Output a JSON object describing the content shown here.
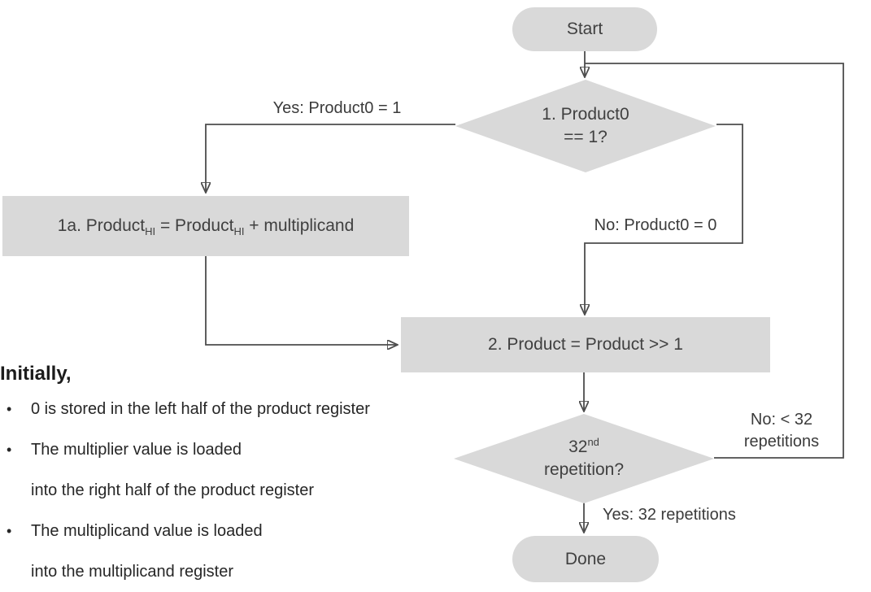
{
  "colors": {
    "shape_fill": "#d9d9d9",
    "shape_text": "#404040",
    "connector_line": "#4d4d4d",
    "arrowhead": "#111111",
    "note_text": "#262626"
  },
  "flowchart": {
    "start": {
      "label": "Start"
    },
    "decision1": {
      "line1": "1. Product0",
      "line2": "== 1?"
    },
    "box1a": {
      "rich": [
        {
          "t": "1a. Product"
        },
        {
          "t": "HI"
        },
        {
          "t": " = Product"
        },
        {
          "t": "HI"
        },
        {
          "t": " + multiplicand"
        }
      ]
    },
    "box2": {
      "label": "2. Product = Product >> 1"
    },
    "decision2": {
      "num": "32",
      "ordinal": "nd",
      "line2": "repetition?"
    },
    "done": {
      "label": "Done"
    },
    "edges": {
      "yes1": "Yes: Product0 = 1",
      "no1": "No: Product0 = 0",
      "no2_line1": "No: < 32",
      "no2_line2": "repetitions",
      "yes2": "Yes: 32 repetitions"
    }
  },
  "notes": {
    "heading": "Initially,",
    "bullet_glyph": "•",
    "bullets": [
      {
        "lines": [
          "0 is stored in the left half of the product register"
        ]
      },
      {
        "lines": [
          "The multiplier value is loaded",
          "into the right half of the product register"
        ]
      },
      {
        "lines": [
          "The multiplicand value is loaded",
          "into the multiplicand register"
        ]
      }
    ]
  }
}
